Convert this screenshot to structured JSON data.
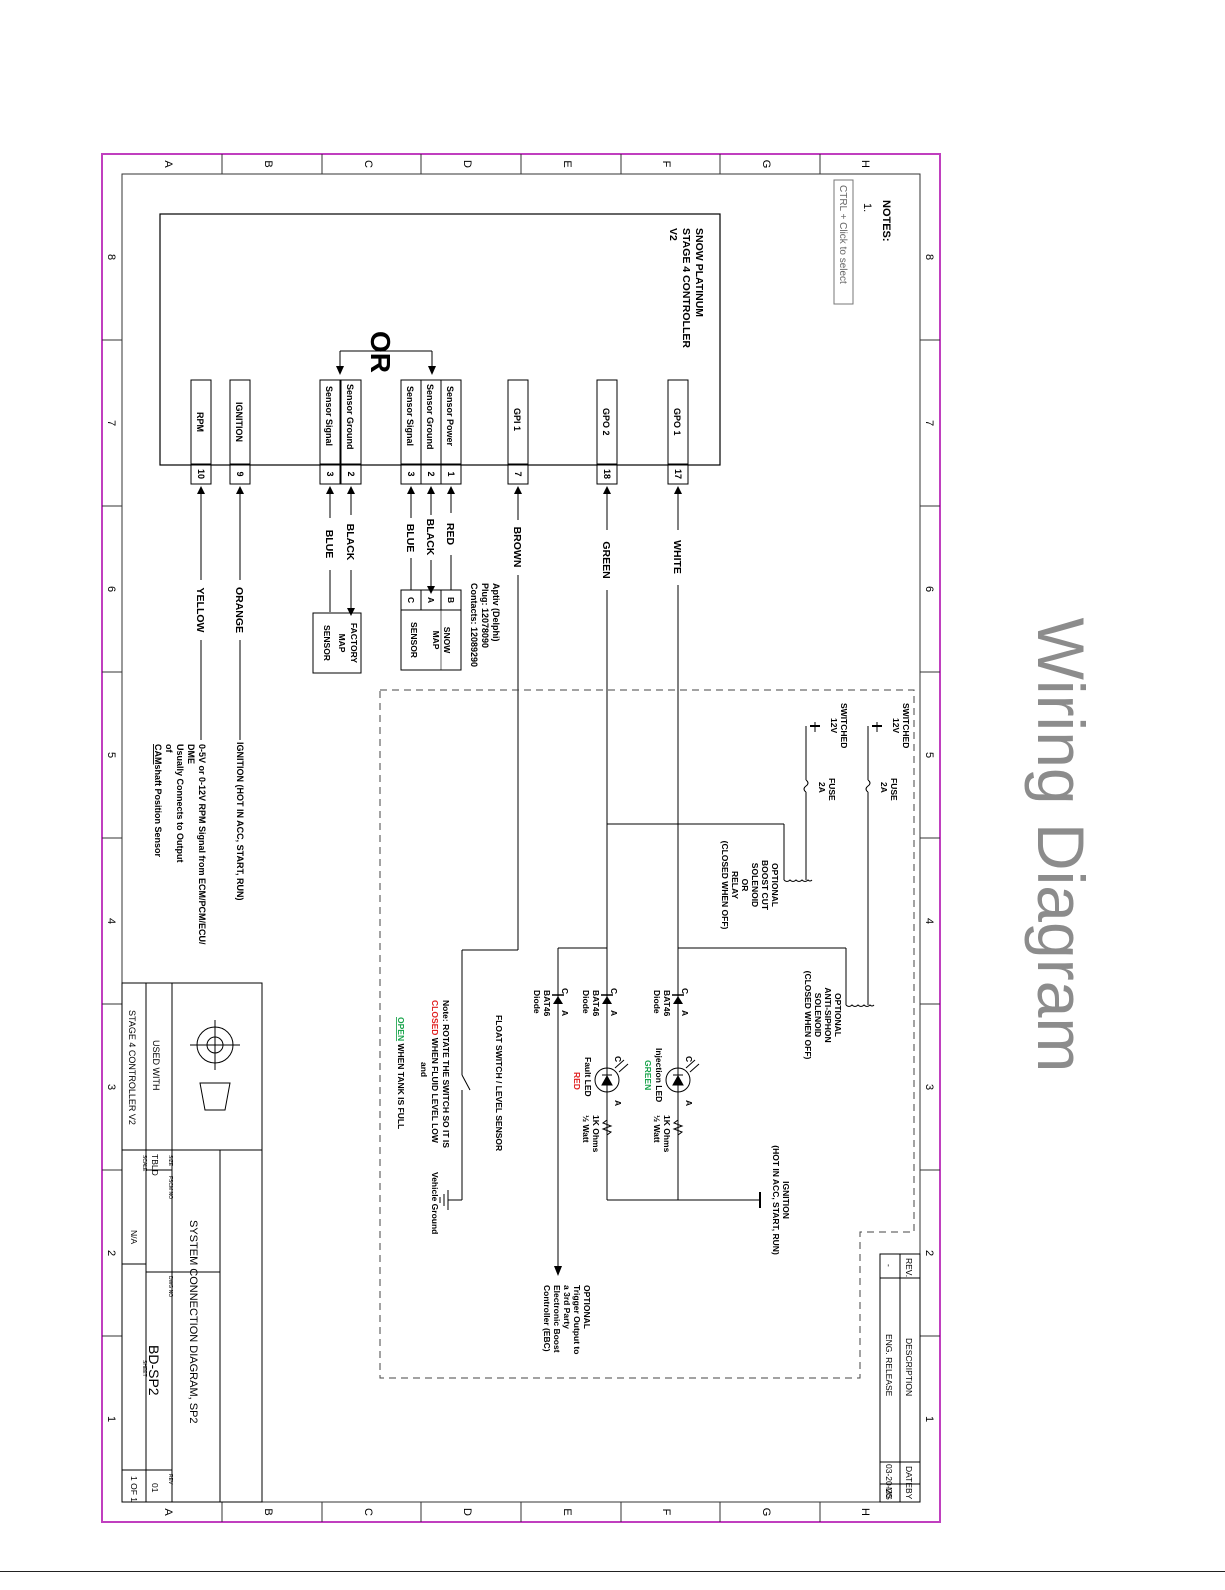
{
  "page_title": "Wiring Diagram",
  "colors": {
    "border": "#c03fbf",
    "green": "#17a34a",
    "red": "#e02020",
    "line": "#000000"
  },
  "frame": {
    "row_letters": [
      "A",
      "B",
      "C",
      "D",
      "E",
      "F",
      "G",
      "H"
    ],
    "column_numbers": [
      "8",
      "7",
      "6",
      "5",
      "4",
      "3",
      "2",
      "1"
    ]
  },
  "notes": {
    "title": "NOTES:",
    "item": "1.",
    "hint": "CTRL + Click to select"
  },
  "controller": {
    "title_line1": "SNOW PLATINUM",
    "title_line2": "STAGE 4 CONTROLLER",
    "title_line3": "V2",
    "or_label": "OR",
    "pins": [
      {
        "label": "GPO 1",
        "number": "17",
        "wire": "WHITE"
      },
      {
        "label": "GPO 2",
        "number": "18",
        "wire": "GREEN"
      },
      {
        "label": "GPI 1",
        "number": "7",
        "wire": "BROWN"
      },
      {
        "label": "Sensor Power",
        "number": "1",
        "wire": "RED"
      },
      {
        "label": "Sensor Ground",
        "number": "2",
        "wire": "BLACK"
      },
      {
        "label": "Sensor Signal",
        "number": "3",
        "wire": "BLUE"
      },
      {
        "label": "Sensor Ground",
        "number": "2",
        "wire": "BLACK"
      },
      {
        "label": "Sensor Signal",
        "number": "3",
        "wire": "BLUE"
      },
      {
        "label": "IGNITION",
        "number": "9",
        "wire": "ORANGE"
      },
      {
        "label": "RPM",
        "number": "10",
        "wire": "YELLOW"
      }
    ]
  },
  "connector_note": {
    "line1": "Aptiv (Delphi)",
    "line2": "Plug: 12078090",
    "line3": "Contacts: 12089290"
  },
  "snow_sensor": {
    "pins": [
      "B",
      "A",
      "C"
    ],
    "line1": "SNOW",
    "line2": "MAP",
    "line3": "SENSOR"
  },
  "factory_sensor": {
    "line1": "FACTORY",
    "line2": "MAP",
    "line3": "SENSOR"
  },
  "ignition_note": "IGNITION (HOT IN ACC, START, RUN)",
  "rpm_note": {
    "line1": "0-5V or 0-12V RPM Signal from ECM/PCM/ECU/",
    "line2": "DME",
    "line3": "Usually Connects to Output",
    "line4": "of",
    "line5a": "CAM",
    "line5b": "shaft Position Sensor"
  },
  "power": {
    "switched_a1": "SWITCHED",
    "switched_a2": "12V",
    "switched_b1": "SWITCHED",
    "switched_b2": "12V",
    "fuse_a1": "FUSE",
    "fuse_a2": "2A",
    "fuse_b1": "FUSE",
    "fuse_b2": "2A"
  },
  "anti_siphon": [
    "OPTIONAL",
    "ANTI-SIPHON",
    "SOLENOID",
    "(CLOSED WHEN OFF)"
  ],
  "boost_cut": [
    "OPTIONAL",
    "BOOST CUT",
    "SOLENOID",
    "OR",
    "RELAY",
    "(CLOSED WHEN OFF)"
  ],
  "diodes": {
    "d1": [
      "BAT46",
      "Diode"
    ],
    "d2": [
      "BAT46",
      "Diode"
    ],
    "d3": [
      "BAT46",
      "Diode"
    ],
    "pin_c": "C",
    "pin_a": "A"
  },
  "leds": {
    "injection_name": "Injection LED",
    "injection_color": "GREEN",
    "fault_name": "Fault LED",
    "fault_color": "RED",
    "pin_c": "C",
    "pin_a": "A"
  },
  "resistors": {
    "r1": [
      "1K Ohms",
      "½ Watt"
    ],
    "r2": [
      "1K Ohms",
      "½ Watt"
    ]
  },
  "ignition_right": [
    "IGNITION",
    "(HOT IN ACC, START, RUN)"
  ],
  "ebc": [
    "OPTIONAL",
    "Trigger Output to",
    "a 3rd Party",
    "Electronic Boost",
    "Controller (EBC)"
  ],
  "float_switch": {
    "title": "FLOAT SWITCH / LEVEL SENSOR",
    "note_line1": "Note: ROTATE THE SWITCH SO IT IS",
    "closed_word": "CLOSED",
    "note_line2_rest": " WHEN FLUID LEVEL LOW",
    "note_line3": "and",
    "open_word": "OPEN",
    "note_line4_rest": " WHEN TANK IS FULL",
    "ground_label": "Vehicle Ground"
  },
  "revision_block": {
    "headers": {
      "rev": "REV.",
      "description": "DESCRIPTION",
      "date": "DATE",
      "by": "BY"
    },
    "row": {
      "rev": "-",
      "description": "ENG. RELEASE",
      "date": "03-20-20",
      "by": "MS"
    }
  },
  "title_block": {
    "title": "SYSTEM CONNECTION DIAGRAM, SP2",
    "used_with_label": "USED WITH",
    "used_with_value": "STAGE 4 CONTROLLER V2",
    "size_label": "SIZE",
    "size_value": "TBLD",
    "fscm_label": "FSCM NO",
    "dwg_label": "DWG NO",
    "dwg_value": "BD-SP2",
    "rev_label": "REV",
    "rev_value": "01",
    "scale_label": "SCALE",
    "scale_value": "N/A",
    "sheet_label": "SHEET",
    "sheet_value": "1 OF 1"
  }
}
